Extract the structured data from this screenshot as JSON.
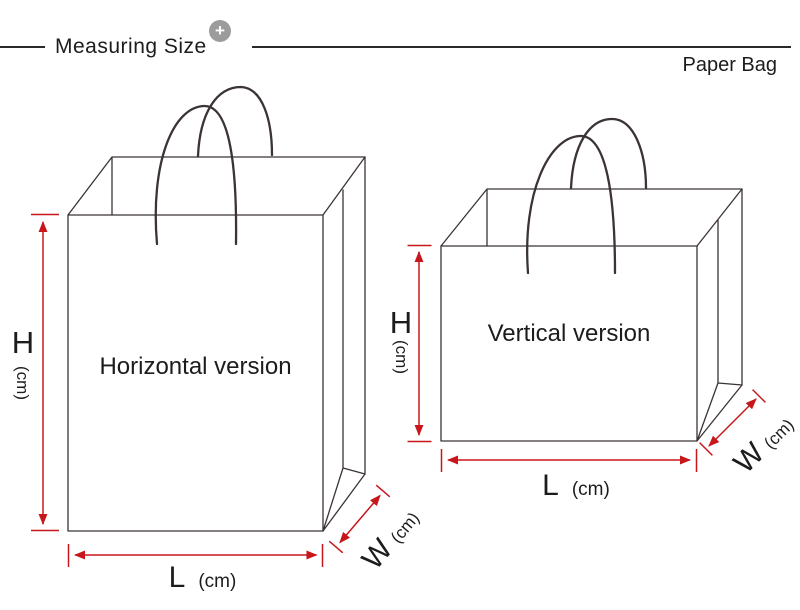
{
  "header": {
    "title": "Measuring Size",
    "product": "Paper Bag"
  },
  "icons": {
    "plus": "+"
  },
  "diagram": {
    "horizontal_bag": {
      "label": "Horizontal version",
      "dims": {
        "h": "H",
        "h_unit": "(cm)",
        "l": "L",
        "l_unit": "(cm)",
        "w": "W",
        "w_unit": "(cm)"
      }
    },
    "vertical_bag": {
      "label": "Vertical version",
      "dims": {
        "h": "H",
        "h_unit": "(cm)",
        "l": "L",
        "l_unit": "(cm)",
        "w": "W",
        "w_unit": "(cm)"
      }
    }
  },
  "colors": {
    "dimension_red": "#c8171c",
    "linework_dark": "#3b3336",
    "header_line": "#2a2a2a",
    "plus_icon_bg": "#9c9c9c"
  }
}
